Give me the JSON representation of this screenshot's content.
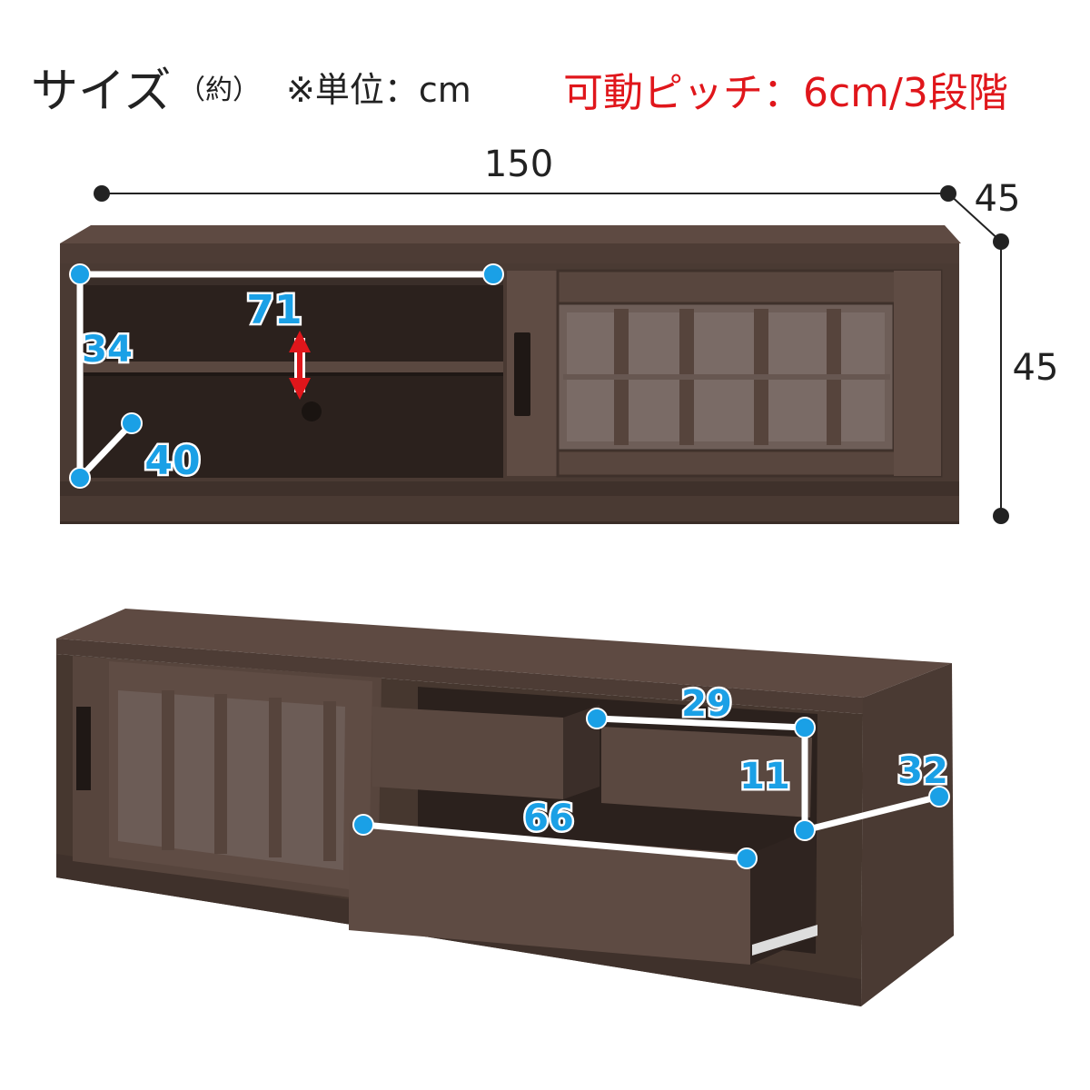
{
  "header": {
    "title": "サイズ",
    "title_suffix": "（約）",
    "unit_note": "※単位：cm",
    "pitch_note": "可動ピッチ：6cm/3段階"
  },
  "top_view": {
    "width_label": "150",
    "depth_label": "45",
    "height_label": "45",
    "inner_width_label": "71",
    "inner_height_label": "34",
    "inner_depth_label": "40"
  },
  "bottom_view": {
    "drawer_small_width_label": "29",
    "drawer_small_height_label": "11",
    "drawer_small_depth_label": "32",
    "drawer_large_width_label": "66"
  },
  "colors": {
    "wood_dark": "#4a3a33",
    "wood_mid": "#5a4840",
    "wood_light": "#6b5850",
    "interior": "#2b211d",
    "accent_blue": "#1aa0e6",
    "accent_red": "#e0161b",
    "ink": "#222222"
  }
}
